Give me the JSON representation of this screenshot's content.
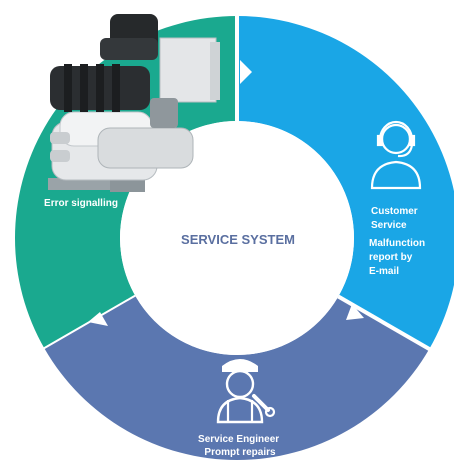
{
  "center": {
    "title": "SERVICE SYSTEM"
  },
  "segments": [
    {
      "id": "error",
      "color": "#1aa98f",
      "lines": [
        "Error signalling"
      ]
    },
    {
      "id": "customer",
      "color": "#1aa6e6",
      "lines": [
        "Customer",
        "Service",
        "Malfunction",
        "report by",
        "E-mail"
      ]
    },
    {
      "id": "engineer",
      "color": "#5b77b0",
      "lines": [
        "Service Engineer",
        "Prompt repairs"
      ]
    }
  ],
  "colors": {
    "title": "#5a6fa0",
    "hole": "#ffffff",
    "icon": "#ffffff"
  },
  "icons": [
    "chiller-unit-image",
    "customer-service-headset-icon",
    "service-engineer-wrench-icon"
  ]
}
